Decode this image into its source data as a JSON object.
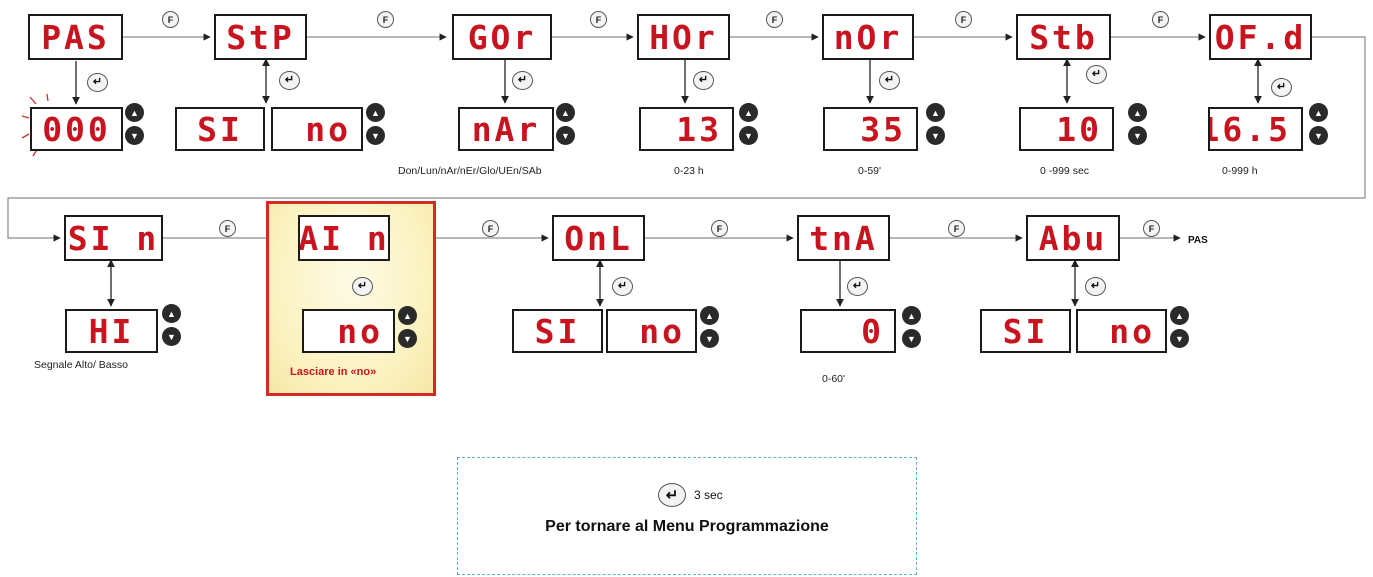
{
  "row1": {
    "menus": [
      "PAS",
      "StP",
      "GOr",
      "HOr",
      "nOr",
      "Stb",
      "OF.d"
    ],
    "values": {
      "pas": "000",
      "stp_yes": "SI",
      "stp_no": "no",
      "gor": "nAr",
      "hor": "13",
      "nor": "35",
      "stb": "10",
      "ofd": "16.5"
    },
    "captions": {
      "gor": "Don/Lun/nAr/nEr/Glo/UEn/SAb",
      "hor": "0-23 h",
      "nor": "0-59'",
      "stb": "0 -999 sec",
      "ofd": "0-999 h"
    }
  },
  "row2": {
    "menus": [
      "SI n",
      "AI n",
      "OnL",
      "tnA",
      "Abu"
    ],
    "values": {
      "sin": "HI",
      "ain": "no",
      "onl_yes": "SI",
      "onl_no": "no",
      "tna": "0",
      "abu_yes": "SI",
      "abu_no": "no"
    },
    "captions": {
      "sin": "Segnale Alto/ Basso",
      "ain": "Lasciare in «no»",
      "tna": "0-60'"
    },
    "end_label": "PAS"
  },
  "keys": {
    "func": "F",
    "enter": "↵",
    "up": "▲",
    "down": "▼"
  },
  "note": {
    "duration": "3 sec",
    "message": "Per tornare al Menu Programmazione"
  },
  "colors": {
    "display_text": "#c8141e",
    "highlight_border": "#d32a22",
    "highlight_fill": "#fbf2c0",
    "note_border": "#5fb6cc"
  }
}
